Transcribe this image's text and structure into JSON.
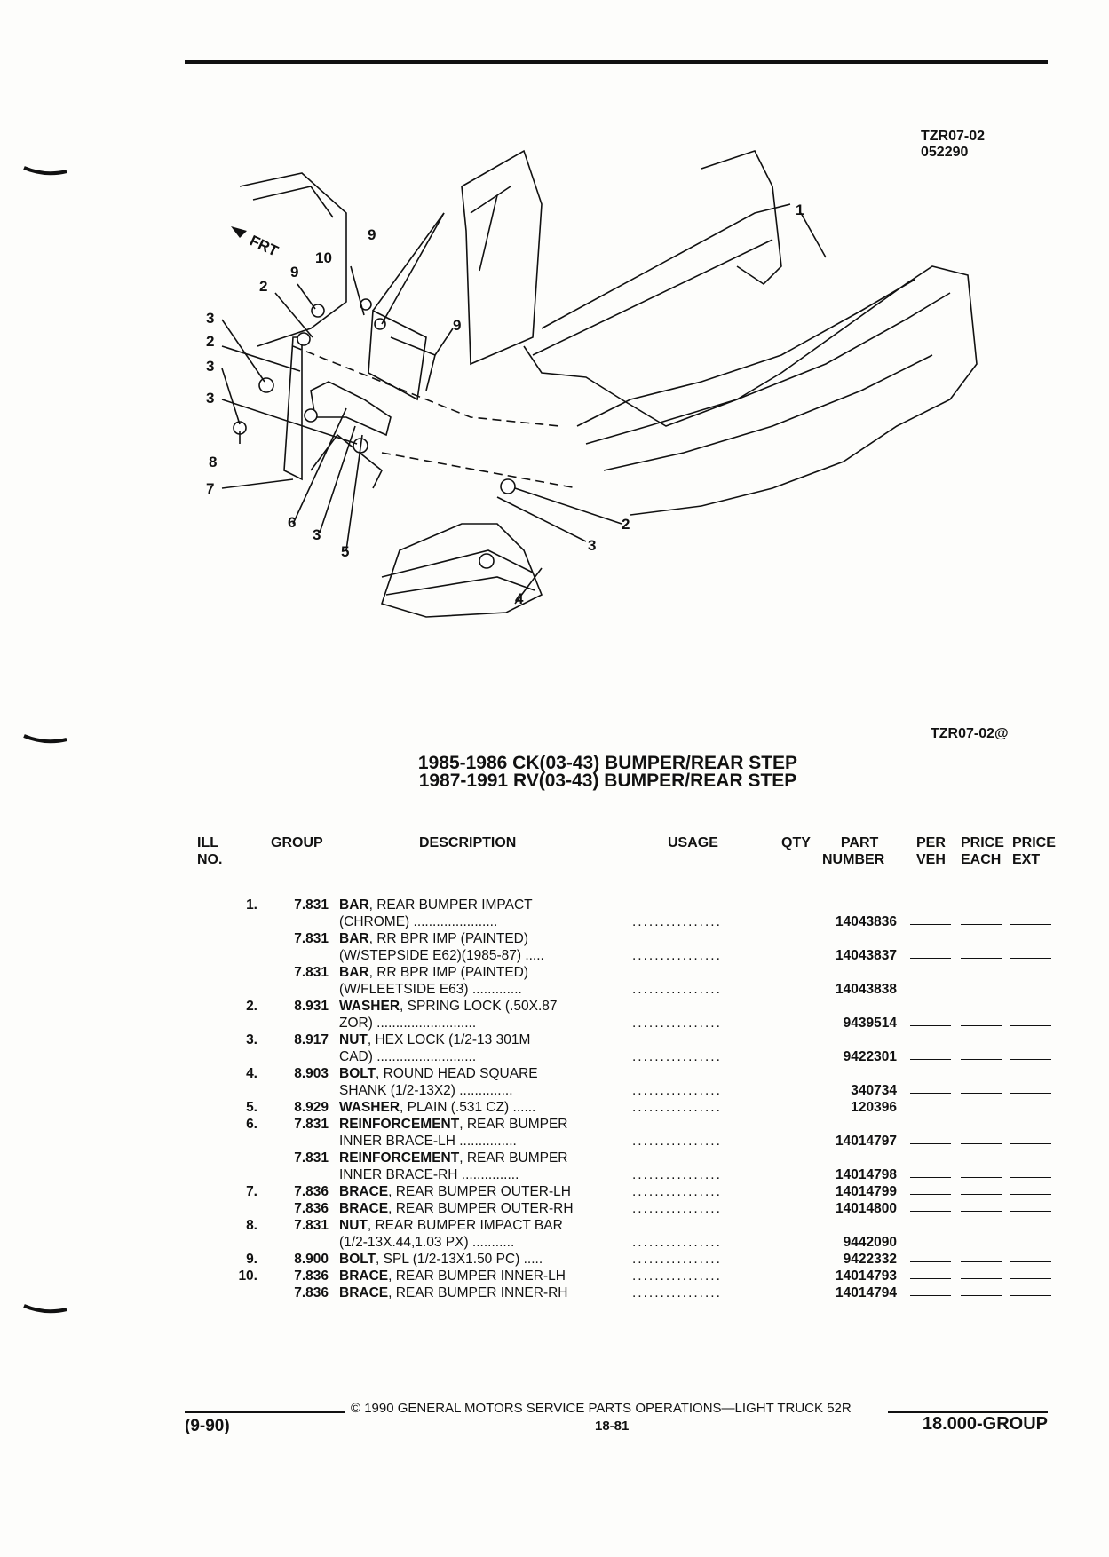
{
  "header": {
    "drawing_code": "TZR07-02",
    "drawing_date": "052290"
  },
  "diagram": {
    "frt_label": "FRT",
    "callouts": [
      "1",
      "2",
      "2",
      "2",
      "3",
      "3",
      "3",
      "3",
      "3",
      "4",
      "5",
      "6",
      "7",
      "8",
      "9",
      "9",
      "9",
      "10"
    ],
    "caption": "TZR07-02@"
  },
  "title": {
    "line1": "1985-1986 CK(03-43) BUMPER/REAR STEP",
    "line2": "1987-1991 RV(03-43) BUMPER/REAR STEP"
  },
  "table": {
    "headers": {
      "ill": "ILL",
      "ill2": "NO.",
      "group": "GROUP",
      "description": "DESCRIPTION",
      "usage": "USAGE",
      "qty": "QTY",
      "part": "PART",
      "part2": "NUMBER",
      "per": "PER",
      "per2": "VEH",
      "price_each": "PRICE",
      "price_each2": "EACH",
      "price_ext": "PRICE",
      "price_ext2": "EXT"
    },
    "rows": [
      {
        "ill": "1.",
        "group": "7.831",
        "name": "BAR",
        "desc1": ", REAR BUMPER IMPACT",
        "desc2": "(CHROME) ......................",
        "part": "14043836"
      },
      {
        "ill": "",
        "group": "7.831",
        "name": "BAR",
        "desc1": ", RR BPR IMP (PAINTED)",
        "desc2": "(W/STEPSIDE E62)(1985-87) .....",
        "part": "14043837"
      },
      {
        "ill": "",
        "group": "7.831",
        "name": "BAR",
        "desc1": ", RR BPR IMP (PAINTED)",
        "desc2": "(W/FLEETSIDE E63) .............",
        "part": "14043838"
      },
      {
        "ill": "2.",
        "group": "8.931",
        "name": "WASHER",
        "desc1": ", SPRING LOCK (.50X.87",
        "desc2": "ZOR) ..........................",
        "part": "9439514"
      },
      {
        "ill": "3.",
        "group": "8.917",
        "name": "NUT",
        "desc1": ", HEX LOCK (1/2-13 301M",
        "desc2": "CAD) ..........................",
        "part": "9422301"
      },
      {
        "ill": "4.",
        "group": "8.903",
        "name": "BOLT",
        "desc1": ", ROUND HEAD SQUARE",
        "desc2": "SHANK (1/2-13X2) ..............",
        "part": "340734"
      },
      {
        "ill": "5.",
        "group": "8.929",
        "name": "WASHER",
        "desc1": ", PLAIN (.531 CZ) ......",
        "desc2": "",
        "part": "120396"
      },
      {
        "ill": "6.",
        "group": "7.831",
        "name": "REINFORCEMENT",
        "desc1": ", REAR BUMPER",
        "desc2": "INNER BRACE-LH ...............",
        "part": "14014797"
      },
      {
        "ill": "",
        "group": "7.831",
        "name": "REINFORCEMENT",
        "desc1": ", REAR BUMPER",
        "desc2": "INNER BRACE-RH ...............",
        "part": "14014798"
      },
      {
        "ill": "7.",
        "group": "7.836",
        "name": "BRACE",
        "desc1": ", REAR BUMPER OUTER-LH",
        "desc2": "",
        "part": "14014799"
      },
      {
        "ill": "",
        "group": "7.836",
        "name": "BRACE",
        "desc1": ", REAR BUMPER OUTER-RH",
        "desc2": "",
        "part": "14014800"
      },
      {
        "ill": "8.",
        "group": "7.831",
        "name": "NUT",
        "desc1": ", REAR BUMPER IMPACT BAR",
        "desc2": "(1/2-13X.44,1.03 PX) ...........",
        "part": "9442090"
      },
      {
        "ill": "9.",
        "group": "8.900",
        "name": "BOLT",
        "desc1": ", SPL (1/2-13X1.50 PC) .....",
        "desc2": "",
        "part": "9422332"
      },
      {
        "ill": "10.",
        "group": "7.836",
        "name": "BRACE",
        "desc1": ", REAR BUMPER INNER-LH",
        "desc2": "",
        "part": "14014793"
      },
      {
        "ill": "",
        "group": "7.836",
        "name": "BRACE",
        "desc1": ", REAR BUMPER INNER-RH",
        "desc2": "",
        "part": "14014794"
      }
    ],
    "usage_dots": "................"
  },
  "footer": {
    "copyright": "© 1990 GENERAL MOTORS SERVICE PARTS OPERATIONS—LIGHT TRUCK 52R",
    "date_code": "(9-90)",
    "page": "18-81",
    "group": "18.000-GROUP"
  }
}
